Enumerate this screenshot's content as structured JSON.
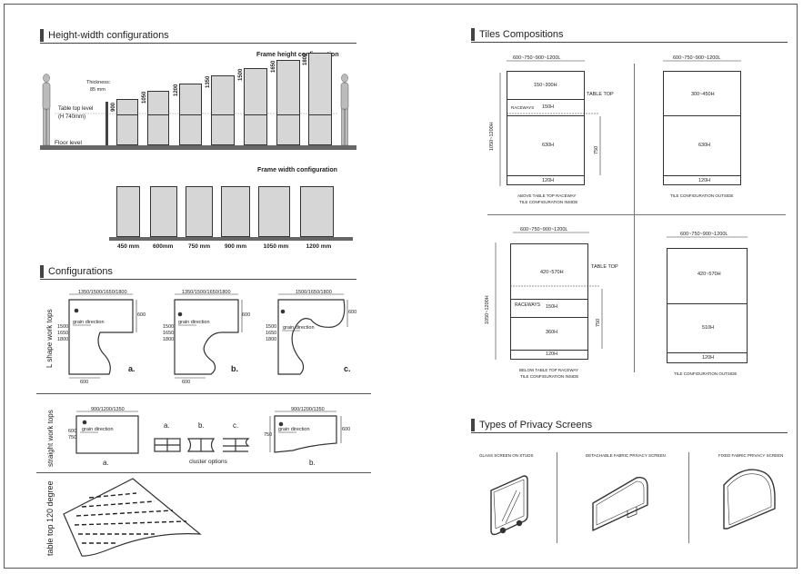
{
  "sections": {
    "height_width": "Height-width configurations",
    "configurations": "Configurations",
    "tiles": "Tiles Compositions",
    "privacy": "Types of Privacy Screens"
  },
  "height": {
    "title": "Frame height configuration",
    "thickness_label": "Thickness:",
    "thickness_value": "85 mm",
    "table_top_label": "Table top level",
    "table_top_value": "(H 740mm)",
    "floor_label": "Floor level",
    "values": [
      900,
      1050,
      1200,
      1350,
      1500,
      1650,
      1800
    ]
  },
  "width": {
    "title": "Frame width configuration",
    "labels": [
      "450 mm",
      "600mm",
      "750 mm",
      "900 mm",
      "1050 mm",
      "1200 mm"
    ]
  },
  "config": {
    "row_l": "L shape work tops",
    "row_straight": "straight work tops",
    "row_120": "table top 120 degree",
    "l_top_dim_a": "1350/1500/1650/1800",
    "l_top_dim_c": "1500/1650/1800",
    "side_dims": [
      "1500",
      "1650",
      "1800"
    ],
    "dim_600": "600",
    "grain": "grain direction",
    "letters": [
      "a.",
      "b.",
      "c."
    ],
    "straight_top_dim": "900/1200/1350",
    "straight_side_dims": [
      "600",
      "750"
    ],
    "cluster": "cluster options"
  },
  "tiles": {
    "width_dim": "600~750~900~1200L",
    "height_dim": "1050~1200H",
    "table_top": "TABLE TOP",
    "dim_750": "750",
    "raceways": "RACEWAYS",
    "q1": {
      "tiles": [
        "150~300H",
        "150H",
        "630H",
        "120H"
      ],
      "caption1": "ABOVE TABLE TOP RACEWAY",
      "caption2": "TILE CONFIGURATION INSIDE"
    },
    "q2": {
      "tiles": [
        "300~450H",
        "630H",
        "120H"
      ],
      "caption1": "TILE CONFIGURATION OUTSIDE"
    },
    "q3": {
      "tiles": [
        "420~570H",
        "150H",
        "360H",
        "120H"
      ],
      "caption1": "BELOW TABLE TOP RACEWAY",
      "caption2": "TILE CONFIGURATION INSIDE"
    },
    "q4": {
      "tiles": [
        "420~570H",
        "510H",
        "120H"
      ],
      "caption1": "TILE CONFIGURATION OUTSIDE"
    }
  },
  "privacy": {
    "types": [
      "GLASS SCREEN ON STUDS",
      "DETACHABLE FABRIC PRIVACY SCREEN",
      "FIXED FABRIC PRIVACY SCREEN"
    ]
  }
}
